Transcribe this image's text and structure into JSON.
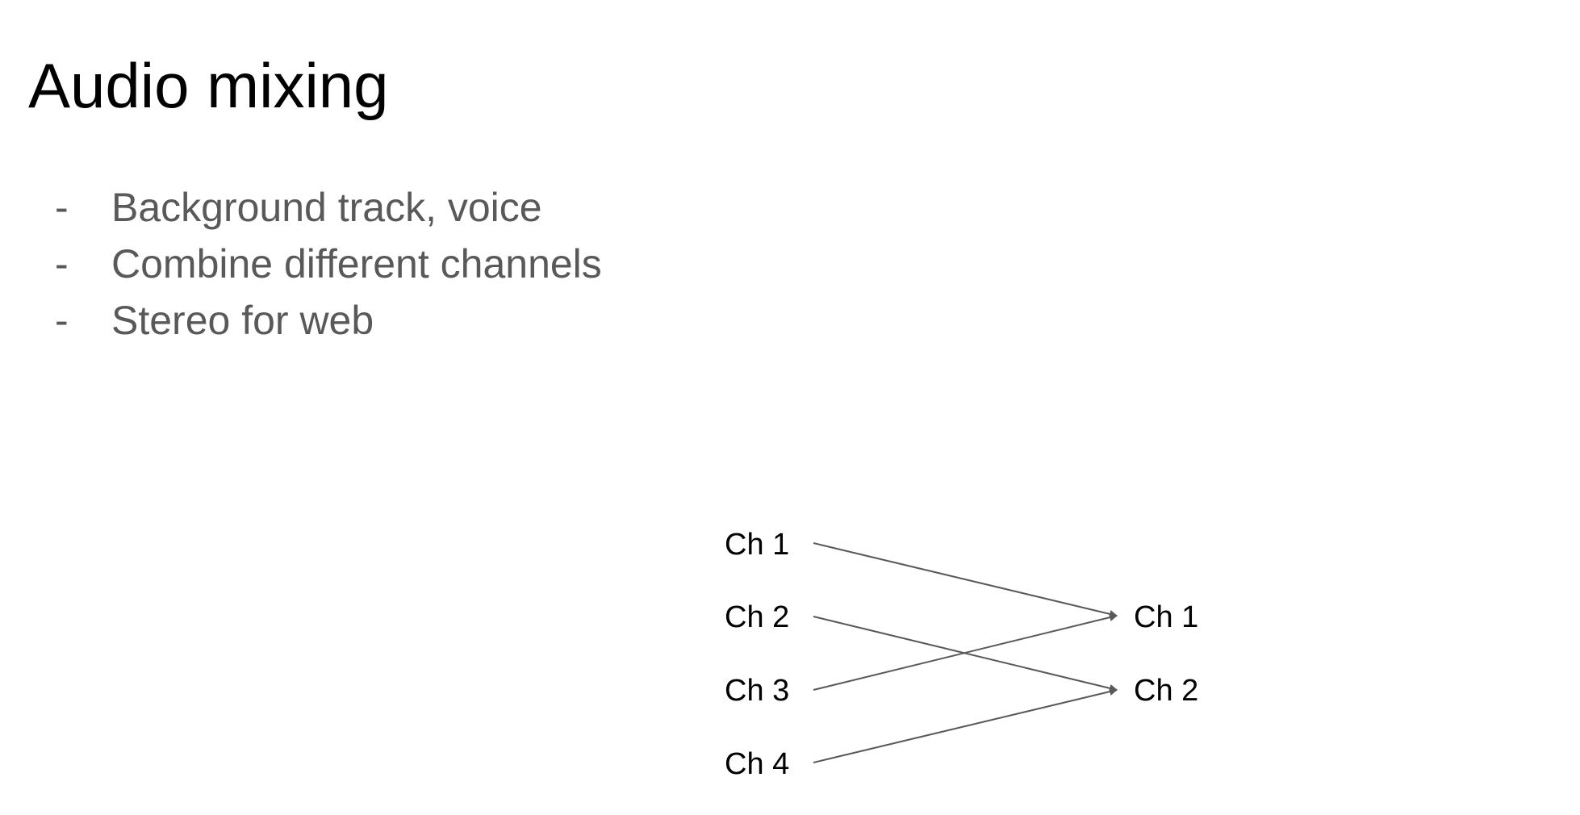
{
  "slide": {
    "title": "Audio mixing",
    "bullets": [
      "Background track, voice",
      "Combine different channels",
      "Stereo for web"
    ],
    "bullet_marker": "-"
  },
  "diagram": {
    "inputs": [
      "Ch 1",
      "Ch 2",
      "Ch 3",
      "Ch 4"
    ],
    "outputs": [
      "Ch 1",
      "Ch 2"
    ],
    "connections": [
      {
        "from": "Ch 1",
        "to": "Ch 1"
      },
      {
        "from": "Ch 2",
        "to": "Ch 2"
      },
      {
        "from": "Ch 3",
        "to": "Ch 1"
      },
      {
        "from": "Ch 4",
        "to": "Ch 2"
      }
    ],
    "arrow_color": "#595959"
  }
}
